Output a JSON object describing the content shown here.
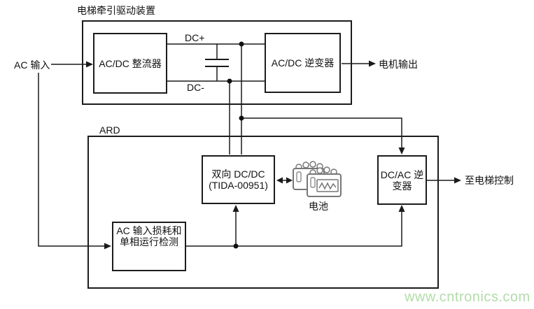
{
  "diagram": {
    "top_section": {
      "title": "电梯牵引驱动装置",
      "ac_input_label": "AC 输入",
      "rectifier_label": "AC/DC 整流器",
      "inverter_label": "AC/DC 逆变器",
      "dc_plus_label": "DC+",
      "dc_minus_label": "DC-",
      "motor_output_label": "电机输出"
    },
    "ard_section": {
      "title": "ARD",
      "bidirectional_dcdc_label": "双向 DC/DC\n(TIDA-00951)",
      "battery_label": "电池",
      "dcac_inverter_label": "DC/AC 逆\n变器",
      "detection_label": "AC 输入损耗和\n单相运行检测",
      "elevator_control_label": "至电梯控制"
    },
    "watermark": "www.cntronics.com",
    "colors": {
      "line_color": "#1a1a1a",
      "box_border_color": "#1c1c1c",
      "battery_icon_gray": "#777777",
      "watermark_green": "#b2dcaa",
      "background": "#ffffff"
    }
  }
}
